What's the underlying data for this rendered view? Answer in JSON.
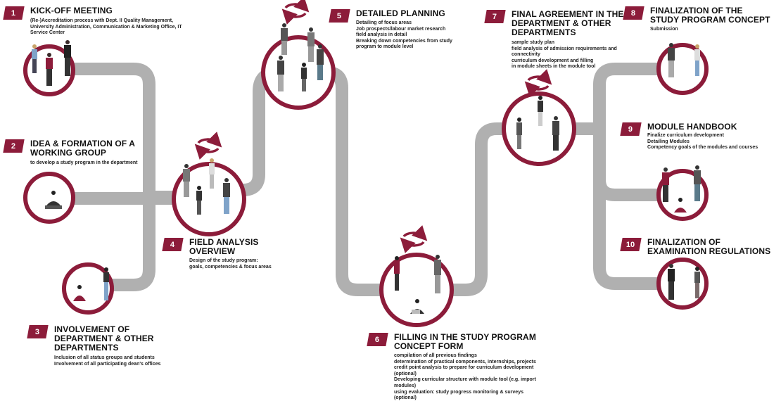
{
  "colors": {
    "path": "#b0b0b0",
    "ring": "#8c1c3a",
    "badge": "#8c1c3a"
  },
  "steps": [
    {
      "num": "1",
      "title": [
        "KICK-OFF MEETING"
      ],
      "desc": [
        "(Re-)Accreditation process with Dept. II Quality Management,",
        "University Administration, Communication & Marketing Office, IT",
        "Service Center"
      ]
    },
    {
      "num": "2",
      "title": [
        "IDEA & FORMATION OF A",
        "WORKING GROUP"
      ],
      "desc": [
        "to develop a study program in the department"
      ]
    },
    {
      "num": "3",
      "title": [
        "INVOLVEMENT OF",
        "DEPARTMENT & OTHER",
        "DEPARTMENTS"
      ],
      "desc": [
        "Inclusion of all status groups and students",
        "Involvement of all participating dean's offices"
      ]
    },
    {
      "num": "4",
      "title": [
        "FIELD ANALYSIS",
        "OVERVIEW"
      ],
      "desc": [
        "Design of the study program:",
        "goals, competencies & focus areas"
      ]
    },
    {
      "num": "5",
      "title": [
        "DETAILED PLANNING"
      ],
      "desc": [
        "Detailing of focus areas",
        "Job prospects/labour market research",
        "field analysis in detail",
        "Breaking down competencies from study",
        "program to module level"
      ]
    },
    {
      "num": "6",
      "title": [
        "FILLING IN THE STUDY PROGRAM",
        "CONCEPT FORM"
      ],
      "desc": [
        "compilation of all previous findings",
        "determination of practical components, internships, projects",
        "credit point analysis to prepare for curriculum development",
        "(optional)",
        "Developing curricular structure with module tool (e.g. import",
        "modules)",
        "using evaluation: study progress monitoring & surveys",
        "(optional)"
      ]
    },
    {
      "num": "7",
      "title": [
        "FINAL AGREEMENT IN THE",
        "DEPARTMENT & OTHER",
        "DEPARTMENTS"
      ],
      "desc": [
        "sample study plan",
        "field analysis of admission requirements and",
        "connectivity",
        "curriculum development and filling",
        "in module sheets in the module tool"
      ]
    },
    {
      "num": "8",
      "title": [
        "FINALIZATION  OF THE",
        "STUDY PROGRAM CONCEPT"
      ],
      "desc": [
        "Submission"
      ]
    },
    {
      "num": "9",
      "title": [
        "MODULE HANDBOOK"
      ],
      "desc": [
        "Finalize curriculum development",
        "Detailing Modules",
        "Competency goals of the modules and courses"
      ]
    },
    {
      "num": "10",
      "title": [
        "FINALIZATION  OF",
        "EXAMINATION  REGULATIONS"
      ],
      "desc": []
    }
  ]
}
